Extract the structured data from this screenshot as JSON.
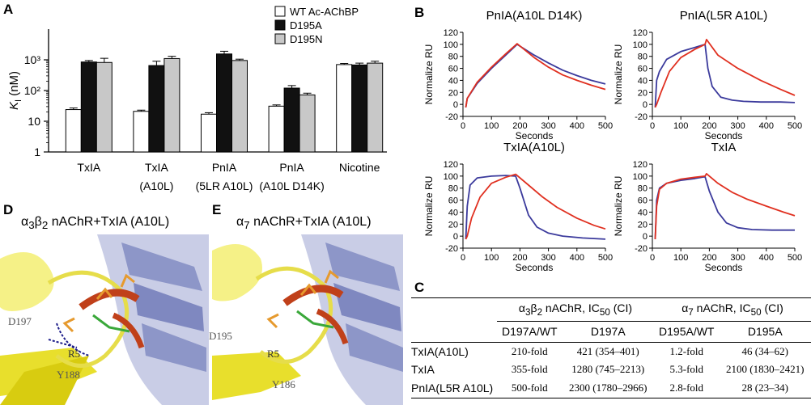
{
  "panels": {
    "A": "A",
    "B": "B",
    "C": "C",
    "D": "D",
    "E": "E"
  },
  "panel_a": {
    "ylabel_main": "K",
    "ylabel_sub": "I",
    "ylabel_unit": " (nM)",
    "legend": [
      "WT Ac-AChBP",
      "D195A",
      "D195N"
    ],
    "groups": [
      {
        "line1": "TxIA",
        "line2": ""
      },
      {
        "line1": "TxIA",
        "line2": "(A10L)"
      },
      {
        "line1": "PnIA",
        "line2": "(5LR A10L)"
      },
      {
        "line1": "PnIA",
        "line2": "(A10L D14K)"
      },
      {
        "line1": "Nicotine",
        "line2": ""
      }
    ]
  },
  "panel_b": {
    "plots": [
      {
        "title": "PnIA(A10L D14K)"
      },
      {
        "title": "PnIA(L5R A10L)"
      },
      {
        "title": "TxIA(A10L)"
      },
      {
        "title": "TxIA"
      }
    ],
    "ylabel": "Normalize RU",
    "xlabel": "Seconds"
  },
  "panel_d": {
    "title_main": "α",
    "title_sub1": "3",
    "title_mid": "β",
    "title_sub2": "2",
    "title_rest": " nAChR+TxIA (A10L)",
    "labels": [
      "D197",
      "R5",
      "Y188"
    ]
  },
  "panel_e": {
    "title_main": "α",
    "title_sub1": "7",
    "title_rest": " nAChR+TxIA (A10L)",
    "labels": [
      "D195",
      "R5",
      "Y186"
    ]
  },
  "table_c": {
    "head_group1_a": "α",
    "head_group1_sub1": "3",
    "head_group1_b": "β",
    "head_group1_sub2": "2",
    "head_group1_c": " nAChR, IC",
    "head_group1_sub3": "50",
    "head_group1_d": " (CI)",
    "head_group2_a": "α",
    "head_group2_sub1": "7",
    "head_group2_c": " nAChR, IC",
    "head_group2_sub3": "50",
    "head_group2_d": " (CI)",
    "columns": [
      "D197A/WT",
      "D197A",
      "D195A/WT",
      "D195A"
    ],
    "rows": [
      {
        "name": "TxIA(A10L)",
        "c1": "210-fold",
        "c2": "421 (354–401)",
        "c3": "1.2-fold",
        "c4": "46 (34–62)"
      },
      {
        "name": "TxIA",
        "c1": "355-fold",
        "c2": "1280 (745–2213)",
        "c3": "5.3-fold",
        "c4": "2100 (1830–2421)"
      },
      {
        "name": "PnIA(L5R A10L)",
        "c1": "500-fold",
        "c2": "2300 (1780–2966)",
        "c3": "2.8-fold",
        "c4": "28 (23–34)"
      }
    ]
  },
  "chart_data": [
    {
      "type": "bar",
      "panel": "A",
      "ylabel": "KI (nM)",
      "yscale": "log",
      "ylim": [
        1,
        10000
      ],
      "yticks": [
        "1",
        "10",
        "10²",
        "10³"
      ],
      "categories": [
        "TxIA",
        "TxIA (A10L)",
        "PnIA (5LR A10L)",
        "PnIA (A10L D14K)",
        "Nicotine"
      ],
      "series": [
        {
          "name": "WT Ac-AChBP",
          "color": "#ffffff",
          "values": [
            24,
            21,
            17,
            31,
            700
          ],
          "errors": [
            3,
            2,
            2,
            3,
            60
          ]
        },
        {
          "name": "D195A",
          "color": "#111111",
          "values": [
            850,
            650,
            1550,
            120,
            680
          ],
          "errors": [
            100,
            250,
            350,
            25,
            100
          ]
        },
        {
          "name": "D195N",
          "color": "#c8c8c8",
          "values": [
            820,
            1100,
            950,
            72,
            780
          ],
          "errors": [
            300,
            200,
            100,
            10,
            120
          ]
        }
      ]
    },
    {
      "type": "line",
      "panel": "B",
      "title": "PnIA(A10L D14K)",
      "xlabel": "Seconds",
      "ylabel": "Normalize RU",
      "xlim": [
        0,
        500
      ],
      "ylim": [
        -20,
        120
      ],
      "xticks": [
        0,
        100,
        200,
        300,
        400,
        500
      ],
      "yticks": [
        -20,
        0,
        20,
        40,
        60,
        80,
        100,
        120
      ],
      "series": [
        {
          "color": "#3b3a9c",
          "x": [
            10,
            15,
            50,
            100,
            150,
            190,
            250,
            300,
            350,
            400,
            450,
            500
          ],
          "y": [
            -5,
            10,
            35,
            60,
            82,
            100,
            82,
            69,
            57,
            48,
            40,
            34
          ]
        },
        {
          "color": "#e03020",
          "x": [
            10,
            15,
            50,
            100,
            150,
            190,
            250,
            300,
            350,
            400,
            450,
            500
          ],
          "y": [
            -5,
            10,
            37,
            62,
            84,
            101,
            78,
            62,
            49,
            40,
            32,
            25
          ]
        }
      ]
    },
    {
      "type": "line",
      "panel": "B",
      "title": "PnIA(L5R A10L)",
      "xlabel": "Seconds",
      "ylabel": "Normalize RU",
      "xlim": [
        0,
        500
      ],
      "ylim": [
        -20,
        120
      ],
      "xticks": [
        0,
        100,
        200,
        300,
        400,
        500
      ],
      "yticks": [
        -20,
        0,
        20,
        40,
        60,
        80,
        100,
        120
      ],
      "series": [
        {
          "color": "#3b3a9c",
          "x": [
            10,
            15,
            25,
            50,
            100,
            150,
            185,
            195,
            210,
            240,
            280,
            320,
            380,
            450,
            500
          ],
          "y": [
            -5,
            40,
            55,
            75,
            88,
            95,
            100,
            60,
            30,
            12,
            7,
            5,
            4,
            4,
            3
          ]
        },
        {
          "color": "#e03020",
          "x": [
            10,
            15,
            30,
            60,
            100,
            150,
            185,
            190,
            230,
            300,
            380,
            450,
            500
          ],
          "y": [
            -5,
            0,
            20,
            55,
            78,
            92,
            100,
            108,
            82,
            60,
            40,
            25,
            15
          ]
        }
      ]
    },
    {
      "type": "line",
      "panel": "B",
      "title": "TxIA(A10L)",
      "xlabel": "Seconds",
      "ylabel": "Normalize RU",
      "xlim": [
        0,
        500
      ],
      "ylim": [
        -20,
        120
      ],
      "xticks": [
        0,
        100,
        200,
        300,
        400,
        500
      ],
      "yticks": [
        -20,
        0,
        20,
        40,
        60,
        80,
        100,
        120
      ],
      "series": [
        {
          "color": "#3b3a9c",
          "x": [
            10,
            15,
            25,
            50,
            100,
            150,
            185,
            200,
            230,
            260,
            300,
            350,
            420,
            500
          ],
          "y": [
            -5,
            50,
            85,
            97,
            100,
            101,
            100,
            80,
            35,
            15,
            5,
            0,
            -3,
            -5
          ]
        },
        {
          "color": "#e03020",
          "x": [
            10,
            15,
            30,
            60,
            100,
            150,
            185,
            230,
            280,
            330,
            400,
            460,
            500
          ],
          "y": [
            -5,
            0,
            30,
            65,
            88,
            98,
            103,
            85,
            65,
            48,
            30,
            18,
            12
          ]
        }
      ]
    },
    {
      "type": "line",
      "panel": "B",
      "title": "TxIA",
      "xlabel": "Seconds",
      "ylabel": "Normalize RU",
      "xlim": [
        0,
        500
      ],
      "ylim": [
        -20,
        120
      ],
      "xticks": [
        0,
        100,
        200,
        300,
        400,
        500
      ],
      "yticks": [
        -20,
        0,
        20,
        40,
        60,
        80,
        100,
        120
      ],
      "series": [
        {
          "color": "#3b3a9c",
          "x": [
            10,
            15,
            25,
            50,
            100,
            150,
            185,
            200,
            230,
            260,
            300,
            350,
            420,
            500
          ],
          "y": [
            -5,
            60,
            80,
            88,
            93,
            96,
            99,
            75,
            40,
            22,
            14,
            11,
            10,
            10
          ]
        },
        {
          "color": "#e03020",
          "x": [
            10,
            15,
            25,
            50,
            100,
            150,
            185,
            190,
            230,
            280,
            330,
            400,
            460,
            500
          ],
          "y": [
            -5,
            50,
            78,
            88,
            95,
            98,
            100,
            104,
            88,
            73,
            62,
            50,
            40,
            34
          ]
        }
      ]
    }
  ]
}
